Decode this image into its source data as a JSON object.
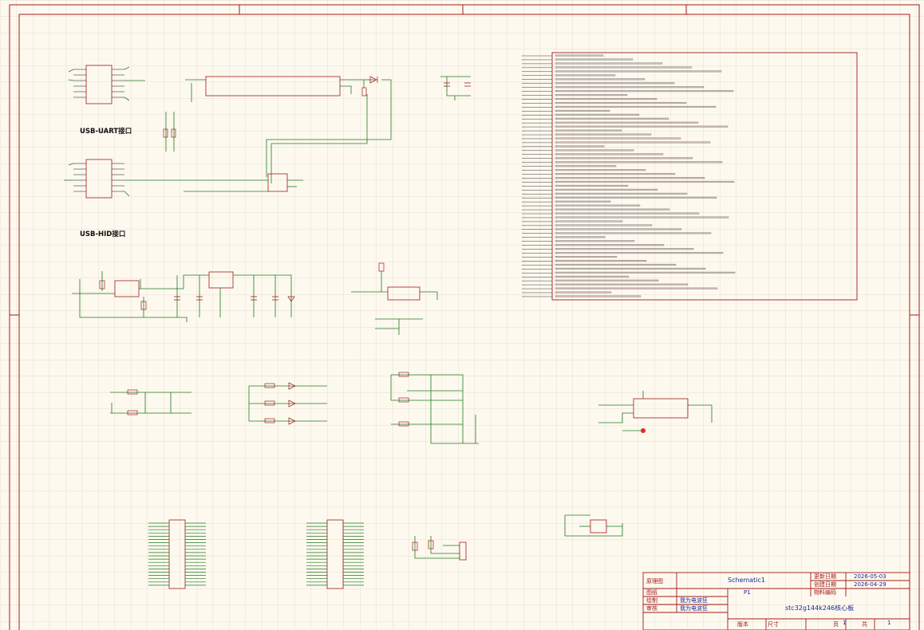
{
  "colors": {
    "background": "#fdf9ef",
    "grid": "#ddd6c6",
    "frame": "#a21a1a",
    "wire": "#1f7a1f",
    "component": "#a21a1a",
    "label": "#1a2a9a",
    "pin": "#3a3a3a",
    "junction": "#e8291f"
  },
  "section_labels": {
    "usb_uart": "USB-UART接口",
    "usb_hid": "USB-HID接口"
  },
  "title_block": {
    "label_sheet_name": "原理图",
    "sheet_name": "Schematic1",
    "label_modified": "更新日期",
    "modified_date": "2026-05-03",
    "label_created": "创建日期",
    "created_date": "2026-04-29",
    "label_part_no": "物料编码",
    "label_page": "图纸",
    "page_value": "P1",
    "label_drawn": "绘制",
    "drawn_by": "我为电波狂",
    "label_reviewed": "审核",
    "reviewed_by": "我为电波狂",
    "board_name": "stc32g144k246核心板",
    "label_version": "版本",
    "label_size": "尺寸",
    "label_page_num": "页",
    "page_num": "1",
    "label_total": "共",
    "total_pages": "1"
  }
}
